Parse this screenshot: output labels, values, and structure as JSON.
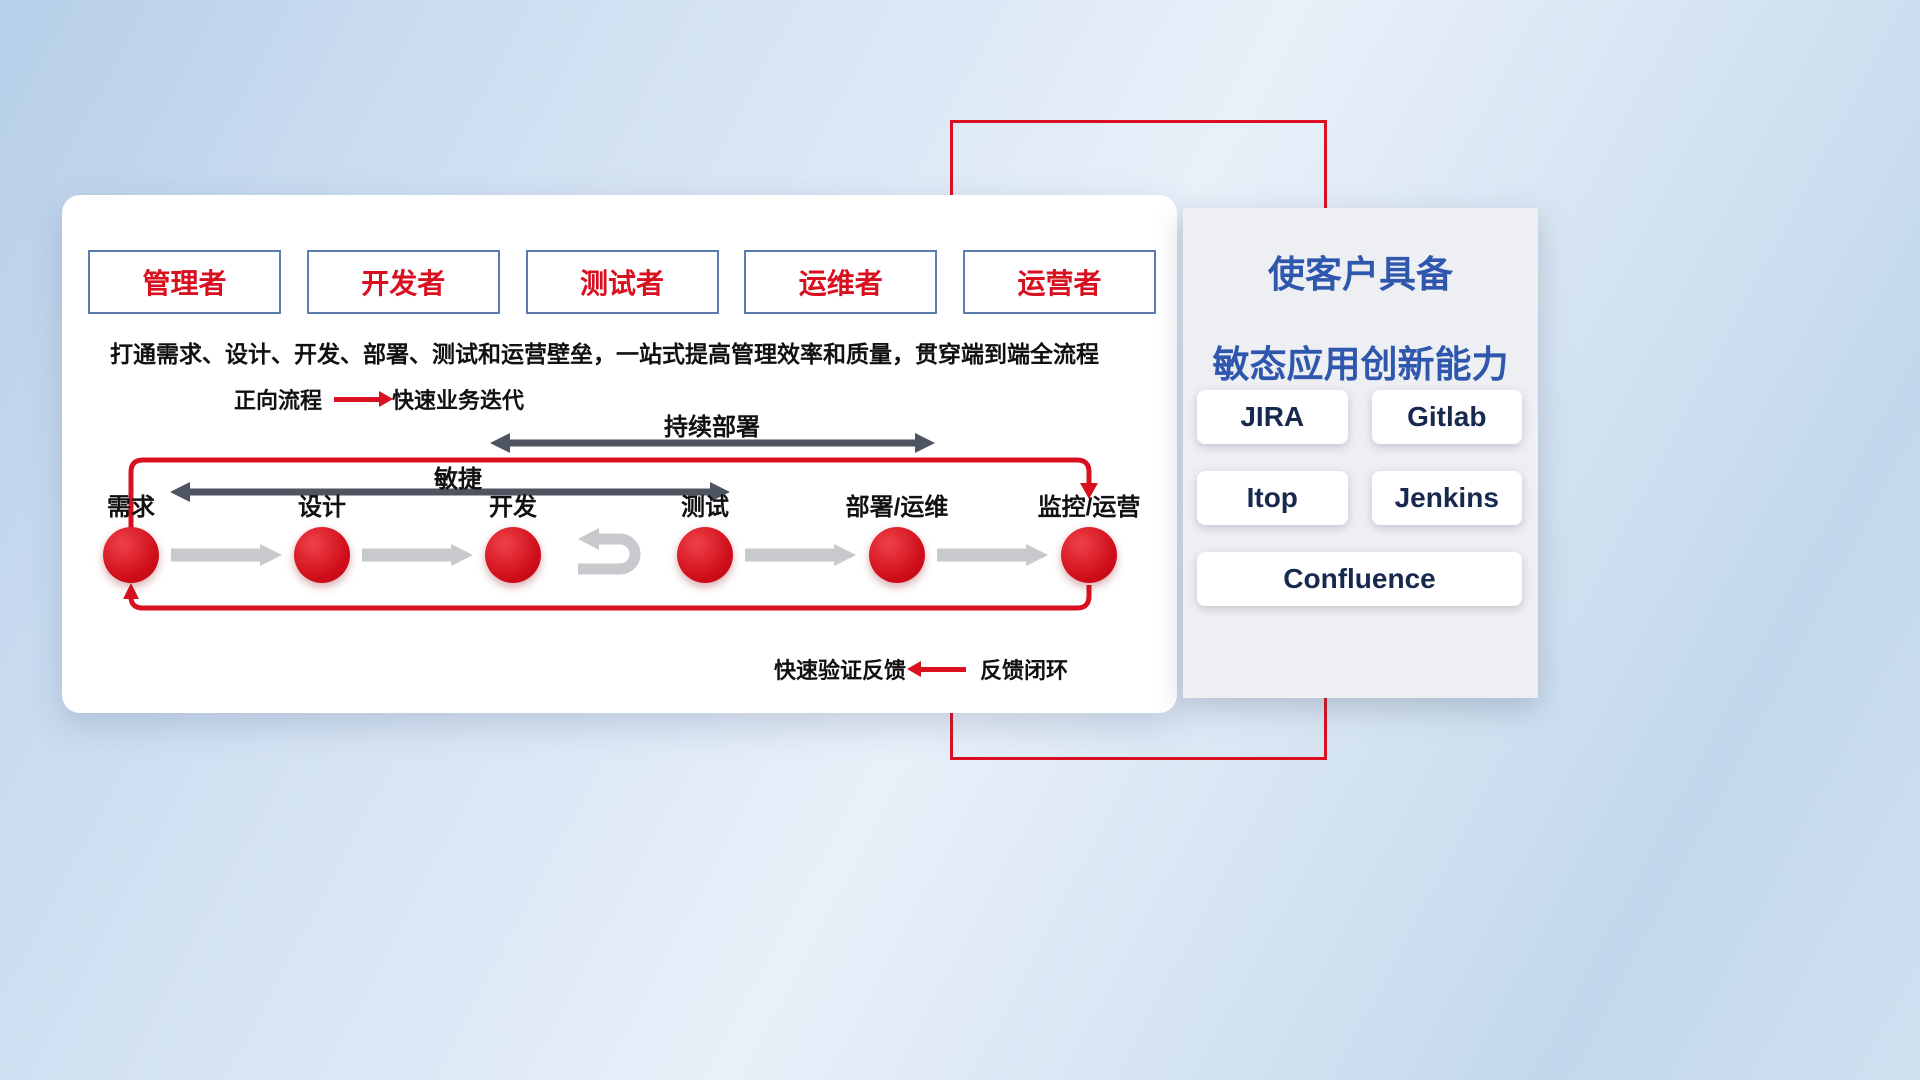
{
  "colors": {
    "accent_red": "#d8101f",
    "accent_blue": "#2f57ad",
    "dark_arrow": "#4e5560",
    "gray_arrow": "#c7c9cc"
  },
  "roles": [
    {
      "label": "管理者"
    },
    {
      "label": "开发者"
    },
    {
      "label": "测试者"
    },
    {
      "label": "运维者"
    },
    {
      "label": "运营者"
    }
  ],
  "subtitle": "打通需求、设计、开发、部署、测试和运营壁垒，一站式提高管理效率和质量，贯穿端到端全流程",
  "legend_forward": {
    "label": "正向流程",
    "value": "快速业务迭代"
  },
  "flow_arrows": {
    "continuous_deploy": "持续部署",
    "agile": "敏捷"
  },
  "stages": [
    {
      "label": "需求"
    },
    {
      "label": "设计"
    },
    {
      "label": "开发"
    },
    {
      "label": "测试"
    },
    {
      "label": "部署/运维"
    },
    {
      "label": "监控/运营"
    }
  ],
  "legend_feedback": {
    "label": "快速验证反馈",
    "value": "反馈闭环"
  },
  "panel": {
    "title_line1": "使客户具备",
    "title_line2": "敏态应用创新能力",
    "tools": [
      {
        "label": "JIRA"
      },
      {
        "label": "Gitlab"
      },
      {
        "label": "Itop"
      },
      {
        "label": "Jenkins"
      },
      {
        "label": "Confluence"
      }
    ]
  }
}
